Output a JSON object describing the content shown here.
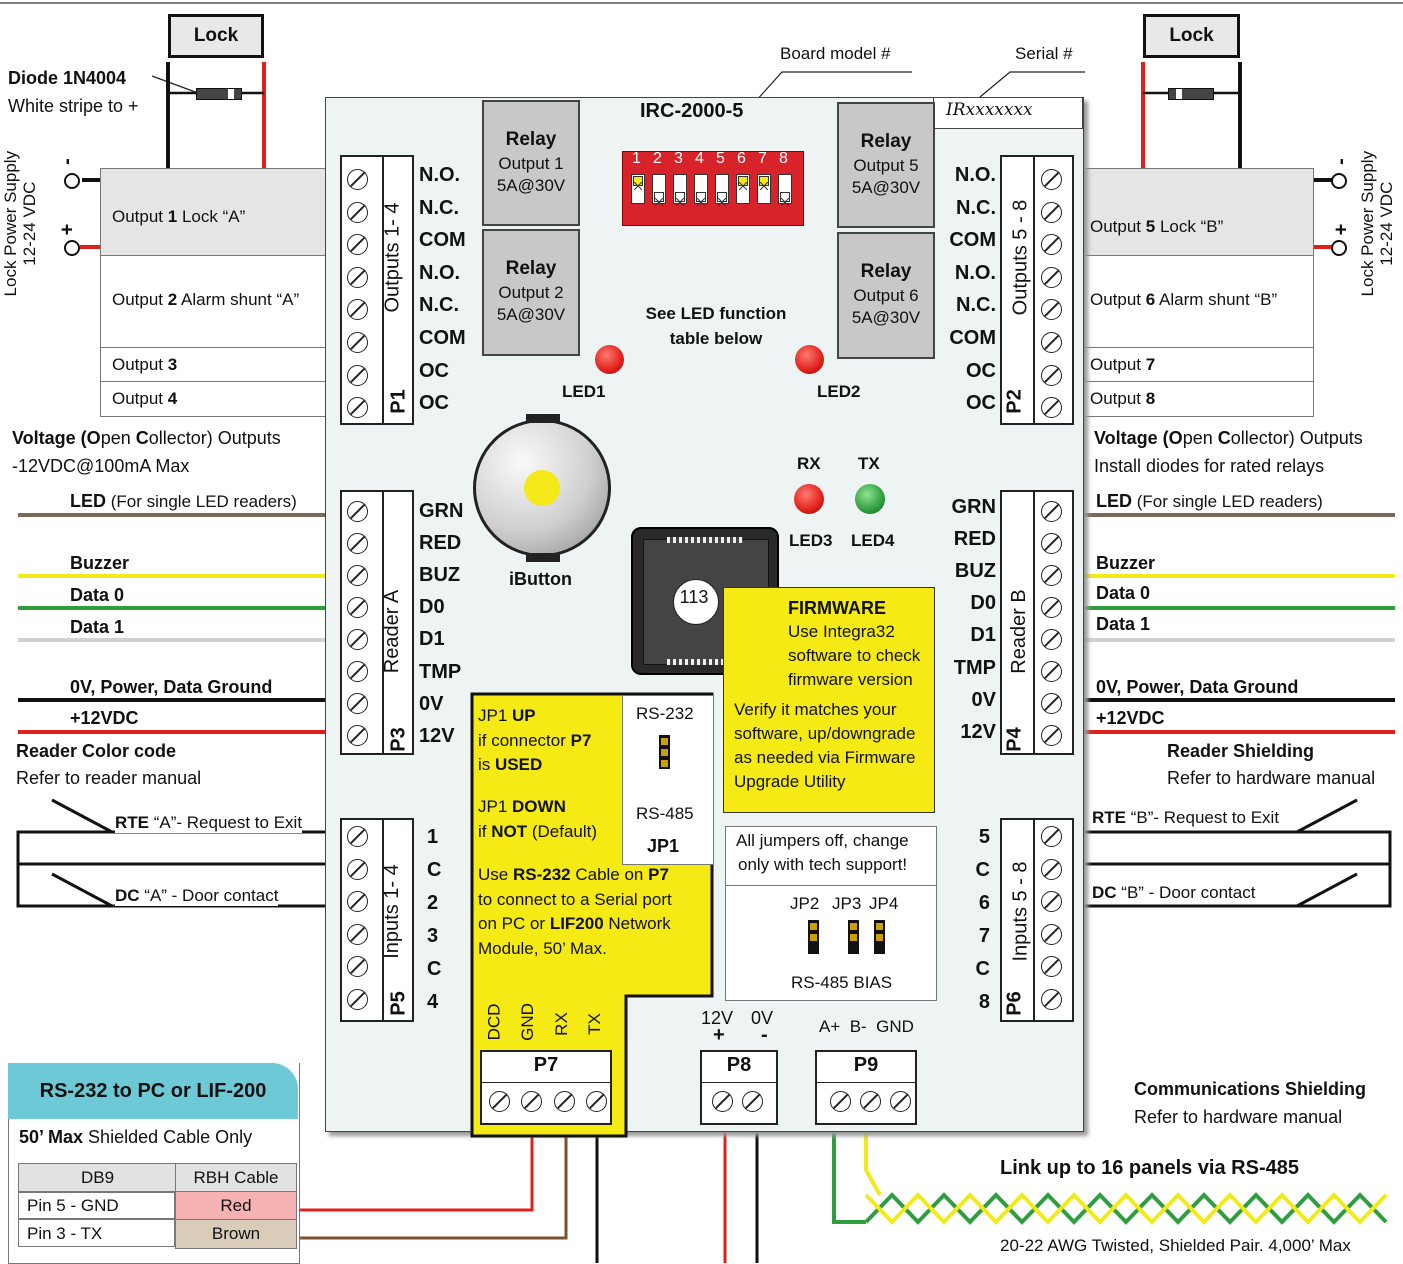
{
  "lock_a": "Lock",
  "lock_b": "Lock",
  "diode": {
    "title": "Diode 1N4004",
    "note": "White stripe to +"
  },
  "psu": {
    "line1": "Lock Power Supply",
    "line2": "12-24 VDC",
    "minus": "-",
    "plus": "+"
  },
  "board": {
    "model_label": "Board model #",
    "serial_label": "Serial #",
    "model": "IRC-2000-5",
    "serial": "IRxxxxxxx"
  },
  "relays": [
    {
      "title": "Relay",
      "out": "Output 1",
      "rating": "5A@30V"
    },
    {
      "title": "Relay",
      "out": "Output 2",
      "rating": "5A@30V"
    },
    {
      "title": "Relay",
      "out": "Output 5",
      "rating": "5A@30V"
    },
    {
      "title": "Relay",
      "out": "Output 6",
      "rating": "5A@30V"
    }
  ],
  "dip": [
    "1",
    "2",
    "3",
    "4",
    "5",
    "6",
    "7",
    "8"
  ],
  "led_note": [
    "See LED function",
    "table below"
  ],
  "leds": {
    "led1": "LED1",
    "led2": "LED2",
    "rx": "RX",
    "tx": "TX",
    "led3": "LED3",
    "led4": "LED4"
  },
  "colors": {
    "red": "#e0201b",
    "green": "#2e9e3e",
    "yellow": "#f2ea1a",
    "relay": "#c8c8c8"
  },
  "outputs_left": {
    "header": "Outputs 1- 4",
    "pins": [
      "N.O.",
      "N.C.",
      "COM",
      "N.O.",
      "N.C.",
      "COM",
      "OC",
      "OC"
    ],
    "id": "P1"
  },
  "outputs_right": {
    "header": "Outputs 5 - 8",
    "pins": [
      "N.O.",
      "N.C.",
      "COM",
      "N.O.",
      "N.C.",
      "COM",
      "OC",
      "OC"
    ],
    "id": "P2"
  },
  "out_table_left": {
    "o1a": "Output ",
    "o1b": "1",
    "o1c": " Lock “A”",
    "o2a": "Output ",
    "o2b": "2",
    "o2c": " Alarm shunt “A”",
    "o3a": "Output ",
    "o3b": "3",
    "o4a": "Output ",
    "o4b": "4"
  },
  "out_table_right": {
    "o5a": "Output ",
    "o5b": "5",
    "o5c": " Lock “B”",
    "o6a": "Output ",
    "o6b": "6",
    "o6c": " Alarm shunt “B”",
    "o7a": "Output ",
    "o7b": "7",
    "o8a": "Output ",
    "o8b": "8"
  },
  "voc_left": {
    "t1": "Voltage (",
    "t2": "O",
    "t3": "pen ",
    "t4": "C",
    "t5": "ollector) Outputs",
    "sub": "-12VDC@100mA Max"
  },
  "voc_right": {
    "t1": "Voltage (",
    "t2": "O",
    "t3": "pen ",
    "t4": "C",
    "t5": "ollector) Outputs",
    "sub": "Install diodes for rated relays"
  },
  "reader_a": {
    "header": "Reader A",
    "pins": [
      "GRN",
      "RED",
      "BUZ",
      "D0",
      "D1",
      "TMP",
      "0V",
      "12V"
    ],
    "id": "P3"
  },
  "reader_b": {
    "header": "Reader B",
    "pins": [
      "GRN",
      "RED",
      "BUZ",
      "D0",
      "D1",
      "TMP",
      "0V",
      "12V"
    ],
    "id": "P4"
  },
  "wires_a": {
    "led": "LED",
    "led_note": " (For single LED readers)",
    "buzzer": "Buzzer",
    "d0": "Data 0",
    "d1": "Data 1",
    "power": "0V, Power, Data Ground",
    "v12": "+12VDC"
  },
  "wires_b": {
    "led": "LED",
    "led_note": " (For single LED readers)",
    "buzzer": "Buzzer",
    "d0": "Data 0",
    "d1": "Data 1",
    "power": "0V, Power, Data Ground",
    "v12": "+12VDC"
  },
  "reader_color": {
    "title": "Reader Color code",
    "sub": "Refer to reader manual"
  },
  "reader_shield": {
    "title": "Reader Shielding",
    "sub": "Refer to hardware manual"
  },
  "ibutton": "iButton",
  "chip": "113",
  "firmware": {
    "title": "FIRMWARE",
    "l1": "Use Integra32",
    "l2": "software to check",
    "l3": "firmware version",
    "l4": "Verify it matches your",
    "l5": "software, up/downgrade",
    "l6": "as needed via Firmware",
    "l7": "Upgrade Utility"
  },
  "jp1": {
    "a1": "JP1 ",
    "a2": "UP",
    "b1": "if connector ",
    "b2": "P7",
    "c1": "is ",
    "c2": "USED",
    "d1": "JP1 ",
    "d2": "DOWN",
    "e1": "if ",
    "e2": "NOT",
    "e3": " (Default)",
    "rs232": "RS-232",
    "rs485": "RS-485",
    "name": "JP1",
    "f1": "Use ",
    "f2": "RS-232",
    "f3": " Cable on ",
    "f4": "P7",
    "g": "to connect to a Serial port",
    "h1": "on PC or ",
    "h2": "LIF200",
    "h3": " Network",
    "i": "Module, 50’ Max."
  },
  "jumpers_box": {
    "l1": "All jumpers off, change",
    "l2": "only with tech support!",
    "jp2": "JP2",
    "jp3": "JP3",
    "jp4": "JP4",
    "bias": "RS-485 BIAS"
  },
  "inputs_a": {
    "header": "Inputs 1- 4",
    "pins": [
      "1",
      "C",
      "2",
      "3",
      "C",
      "4"
    ],
    "id": "P5",
    "rte1": "RTE",
    "rte2": " “A”- Request to Exit",
    "dc1": "DC",
    "dc2": " “A” - Door contact"
  },
  "inputs_b": {
    "header": "Inputs 5 - 8",
    "pins": [
      "5",
      "C",
      "6",
      "7",
      "C",
      "8"
    ],
    "id": "P6",
    "rte1": "RTE",
    "rte2": " “B”- Request to Exit",
    "dc1": "DC",
    "dc2": " “B” - Door contact"
  },
  "p7": {
    "id": "P7",
    "pins": [
      "DCD",
      "GND",
      "RX",
      "TX"
    ]
  },
  "p8": {
    "id": "P8",
    "l1": "12V",
    "l2": "0V",
    "plus": "+",
    "minus": "-"
  },
  "p9": {
    "id": "P9",
    "label": "A+  B-  GND"
  },
  "rs232_table": {
    "header": "RS-232 to PC or LIF-200",
    "cap1": "50’ Max",
    "cap2": " Shielded Cable Only",
    "col1": "DB9",
    "col2": "RBH Cable",
    "rows": [
      {
        "pin": "Pin 5 - GND",
        "cable": "Red"
      },
      {
        "pin": "Pin 3 - TX",
        "cable": "Brown"
      }
    ]
  },
  "comm": {
    "title": "Communications Shielding",
    "sub": "Refer to hardware manual",
    "link": "Link up to 16 panels via RS-485",
    "cable": "20-22 AWG Twisted, Shielded Pair. 4,000’ Max"
  }
}
